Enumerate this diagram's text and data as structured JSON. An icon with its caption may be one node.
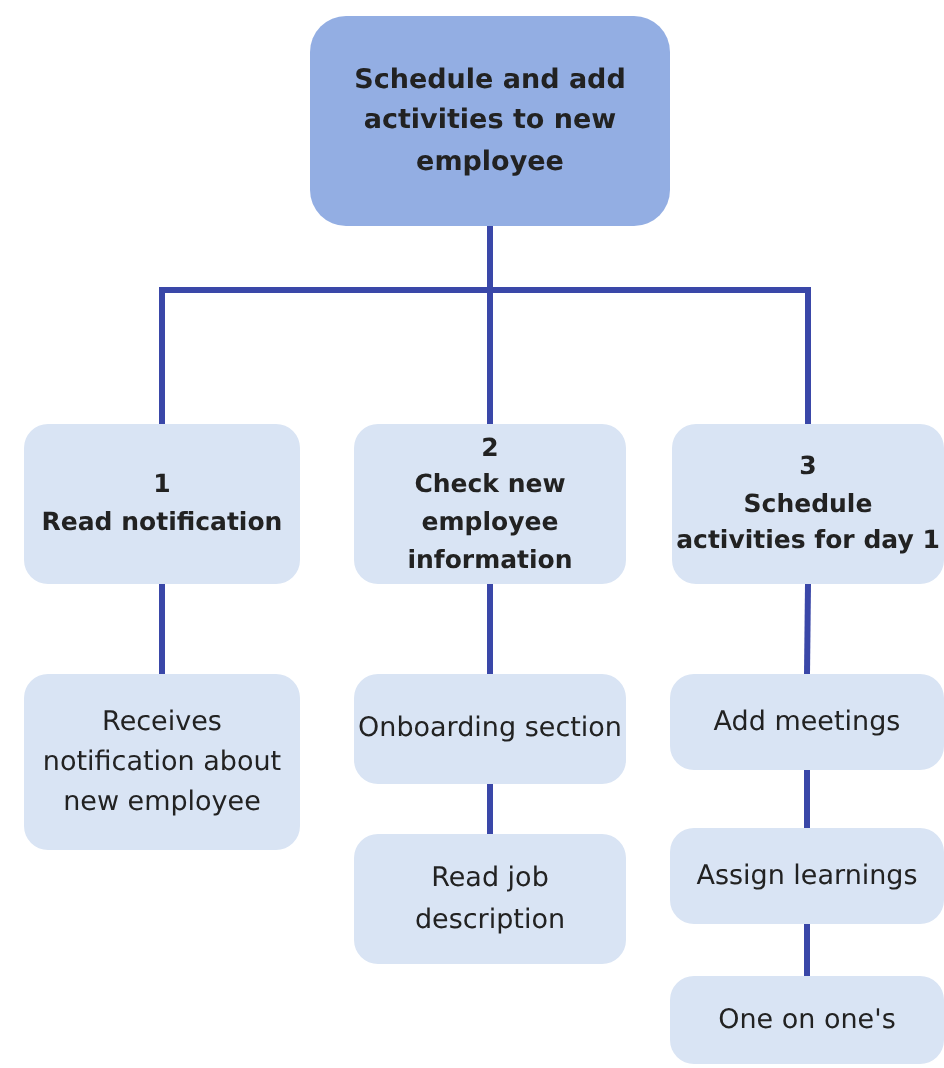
{
  "diagram": {
    "nodes": [
      {
        "text": [
          "Schedule and add activities to new employee"
        ]
      },
      {
        "text": [
          "1",
          "Read notification"
        ]
      },
      {
        "text": [
          "2",
          "Check new employee information"
        ]
      },
      {
        "text": [
          "3",
          "Schedule activities for day 1"
        ]
      },
      {
        "text": [
          "Receives notification about new employee"
        ]
      },
      {
        "text": [
          "Onboarding section"
        ]
      },
      {
        "text": [
          "Read job description"
        ]
      },
      {
        "text": [
          "Add meetings"
        ]
      },
      {
        "text": [
          "Assign learnings"
        ]
      },
      {
        "text": [
          "One on one's"
        ]
      }
    ],
    "edges": [
      {
        "from": 0,
        "to": 1,
        "arrow": "none"
      },
      {
        "from": 0,
        "to": 2,
        "arrow": "none"
      },
      {
        "from": 0,
        "to": 3,
        "arrow": "none"
      },
      {
        "from": 1,
        "to": 4,
        "arrow": "none"
      },
      {
        "from": 2,
        "to": 5,
        "arrow": "none"
      },
      {
        "from": 5,
        "to": 6,
        "arrow": "none"
      },
      {
        "from": 3,
        "to": 7,
        "arrow": "none"
      },
      {
        "from": 7,
        "to": 8,
        "arrow": "none"
      },
      {
        "from": 8,
        "to": 9,
        "arrow": "none"
      }
    ]
  }
}
